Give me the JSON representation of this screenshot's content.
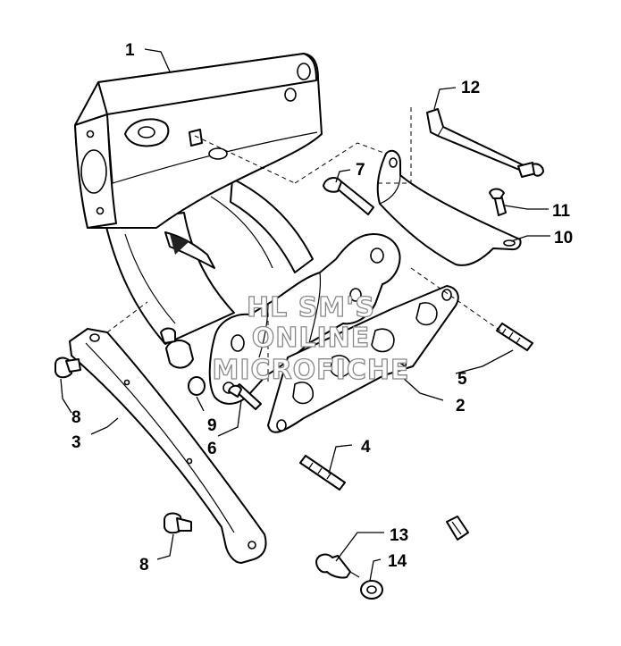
{
  "callouts": {
    "c1": "1",
    "c2": "2",
    "c3": "3",
    "c4": "4",
    "c5": "5",
    "c6": "6",
    "c7": "7",
    "c8a": "8",
    "c8b": "8",
    "c9": "9",
    "c10": "10",
    "c11": "11",
    "c12": "12",
    "c13": "13",
    "c14": "14"
  },
  "watermark": {
    "line1": "HL SM'S",
    "line2": "ONLINE",
    "line3": "MICROFICHE"
  }
}
